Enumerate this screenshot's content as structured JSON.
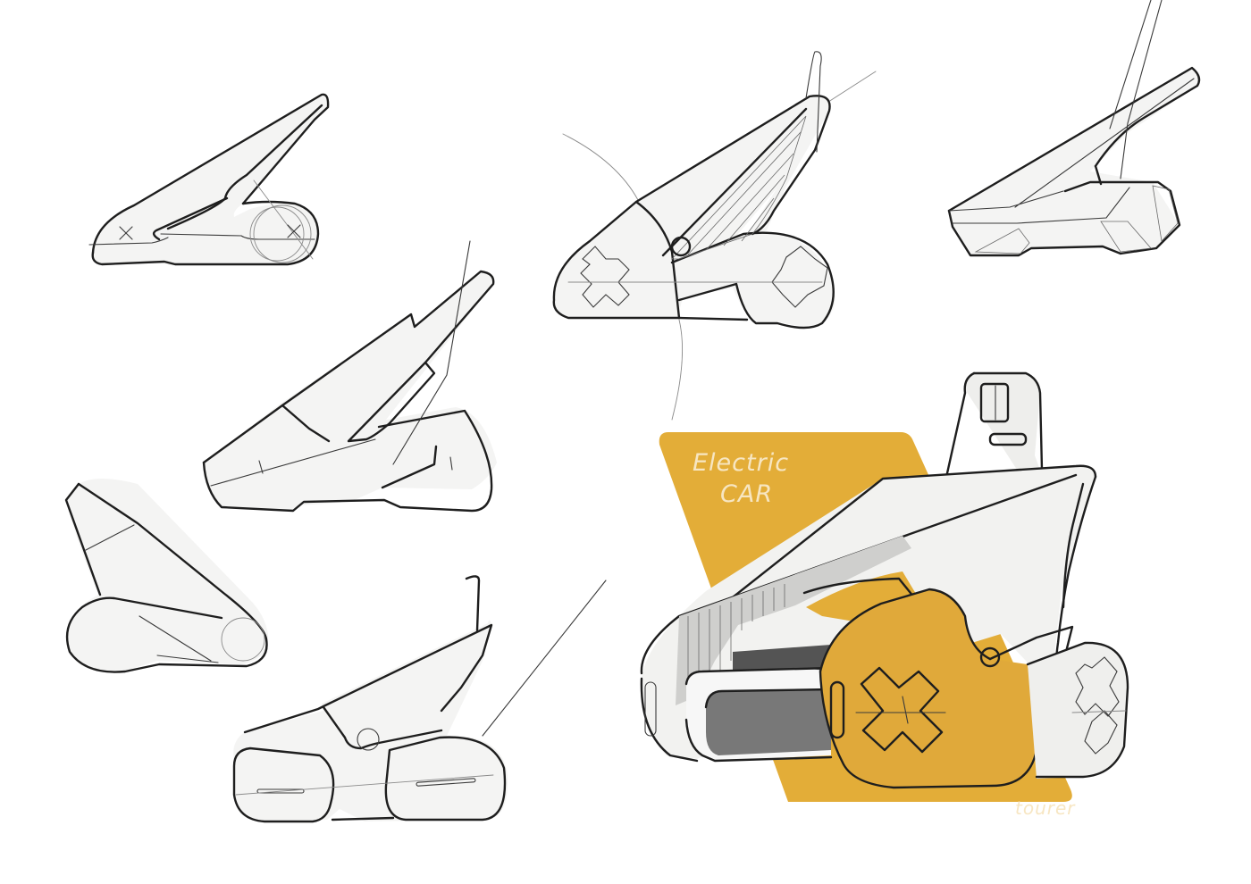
{
  "board": {
    "background_color": "#ffffff",
    "accent_color": "#e3ad38",
    "label_color": "#f7e6c2",
    "ink_color": "#1e1e1e"
  },
  "panel": {
    "title_line1": "Electric",
    "title_line2": "CAR",
    "subtitle": "tourer"
  },
  "sketches": [
    {
      "id": "sketch-1",
      "description": "side view, single-seat pod with tall curved backrest and rear wheel circle, x wheel marks"
    },
    {
      "id": "sketch-2",
      "description": "side view with X-shaped wheel hubs, hatched seat interior, construction arcs"
    },
    {
      "id": "sketch-3",
      "description": "three-quarter view, angular faceted body with hatched wheel wells"
    },
    {
      "id": "sketch-4",
      "description": "three-quarter view, faceted body with stepped backrest"
    },
    {
      "id": "sketch-5",
      "description": "front three-quarter view, rounded pod with fin"
    },
    {
      "id": "sketch-6",
      "description": "side view, twin capsule wheels with slot lights and round pivot"
    },
    {
      "id": "sketch-7",
      "description": "rendered hero sketch, orange accent side pod with X-hub wheels, grey battery pack, tall seat back with handle slots"
    }
  ]
}
